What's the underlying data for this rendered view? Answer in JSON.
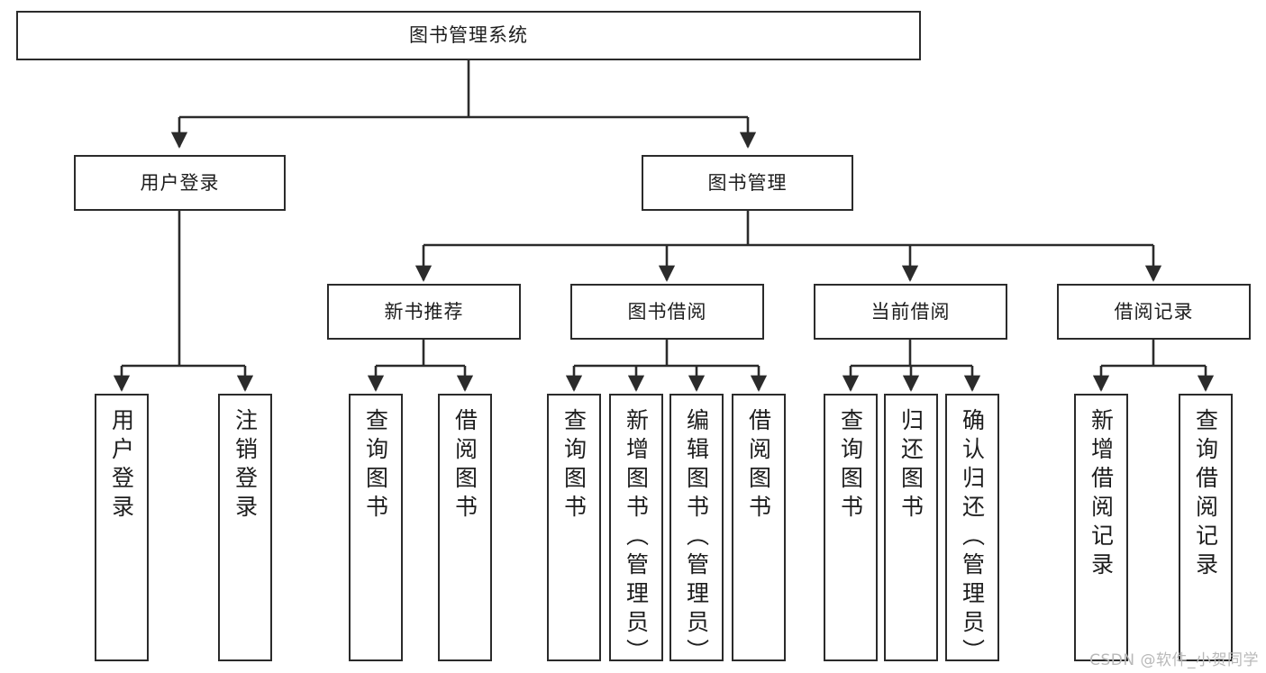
{
  "diagram": {
    "type": "tree-hierarchy-chart",
    "title": "图书管理系统",
    "orientation": "top-down",
    "colors": {
      "box_border": "#2b2b2b",
      "box_fill": "#ffffff",
      "connector": "#2b2b2b",
      "text": "#1d1d1d",
      "watermark": "#b9b9b9",
      "background": "#ffffff"
    },
    "levels": {
      "root": {
        "label": "图书管理系统"
      },
      "level2": [
        {
          "id": "user-login",
          "label": "用户登录"
        },
        {
          "id": "book-management",
          "label": "图书管理"
        }
      ],
      "level3": [
        {
          "id": "new-book-recommend",
          "label": "新书推荐",
          "parent": "book-management"
        },
        {
          "id": "book-borrow",
          "label": "图书借阅",
          "parent": "book-management"
        },
        {
          "id": "current-borrow",
          "label": "当前借阅",
          "parent": "book-management"
        },
        {
          "id": "borrow-record",
          "label": "借阅记录",
          "parent": "book-management"
        }
      ],
      "leaves": [
        {
          "id": "leaf-user-login",
          "label": "用户登录",
          "parent": "user-login"
        },
        {
          "id": "leaf-logout",
          "label": "注销登录",
          "parent": "user-login"
        },
        {
          "id": "leaf-query-book-1",
          "label": "查询图书",
          "parent": "new-book-recommend"
        },
        {
          "id": "leaf-borrow-book-1",
          "label": "借阅图书",
          "parent": "new-book-recommend"
        },
        {
          "id": "leaf-query-book-2",
          "label": "查询图书",
          "parent": "book-borrow"
        },
        {
          "id": "leaf-add-book",
          "label": "新增图书（管理员）",
          "parent": "book-borrow"
        },
        {
          "id": "leaf-edit-book",
          "label": "编辑图书（管理员）",
          "parent": "book-borrow"
        },
        {
          "id": "leaf-borrow-book-2",
          "label": "借阅图书",
          "parent": "book-borrow"
        },
        {
          "id": "leaf-query-book-3",
          "label": "查询图书",
          "parent": "current-borrow"
        },
        {
          "id": "leaf-return-book",
          "label": "归还图书",
          "parent": "current-borrow"
        },
        {
          "id": "leaf-confirm-return",
          "label": "确认归还（管理员）",
          "parent": "current-borrow"
        },
        {
          "id": "leaf-add-record",
          "label": "新增借阅记录",
          "parent": "borrow-record"
        },
        {
          "id": "leaf-query-record",
          "label": "查询借阅记录",
          "parent": "borrow-record"
        }
      ]
    }
  },
  "watermark": {
    "text": "CSDN @软件_小贺同学"
  }
}
